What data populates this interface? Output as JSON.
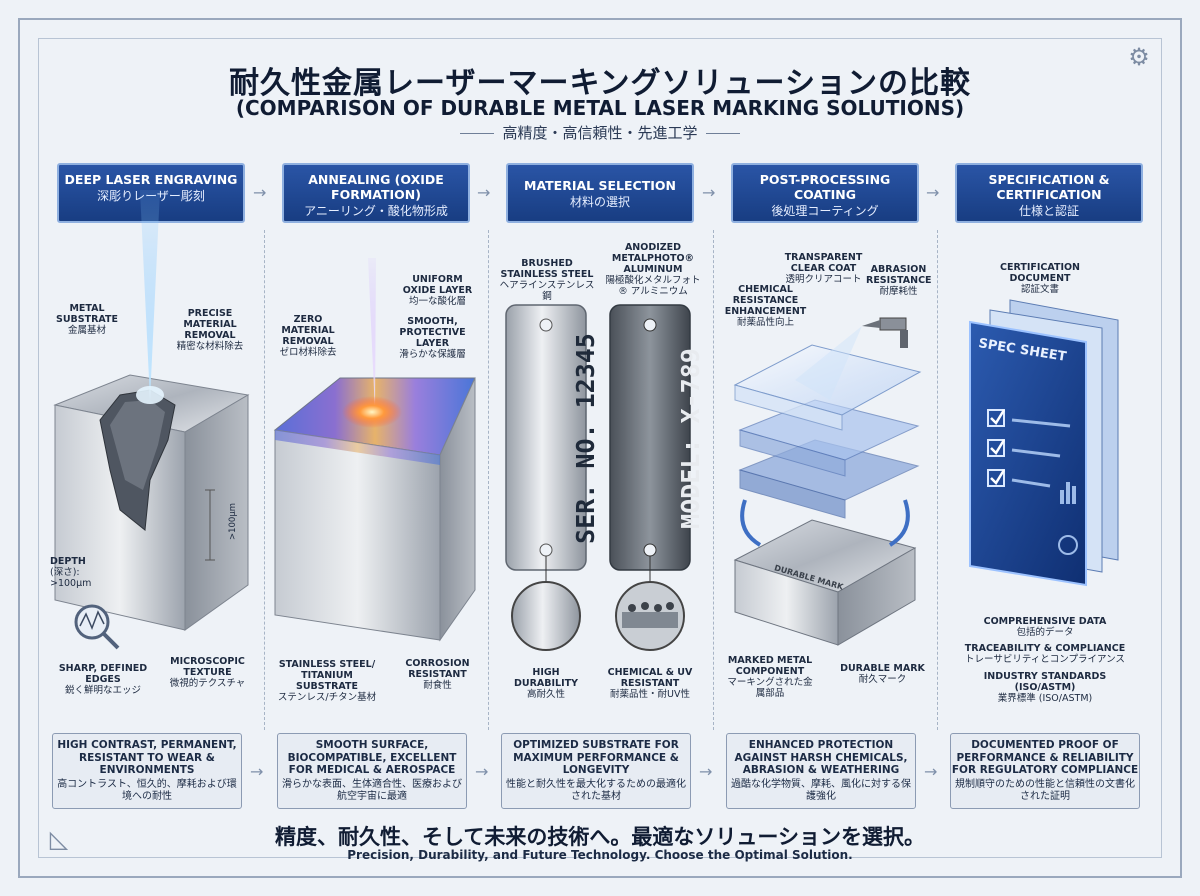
{
  "title_jp": "耐久性金属レーザーマーキングソリューションの比較",
  "title_en": "(COMPARISON OF DURABLE METAL LASER MARKING SOLUTIONS)",
  "subtitle": "高精度・高信頼性・先進工学",
  "columns": [
    {
      "title_en": "DEEP LASER ENGRAVING",
      "title_jp": "深彫りレーザー彫刻",
      "bottom_en": "HIGH CONTRAST, PERMANENT, RESISTANT TO WEAR & ENVIRONMENTS",
      "bottom_jp": "高コントラスト、恒久的、摩耗および環境への耐性"
    },
    {
      "title_en": "ANNEALING (OXIDE FORMATION)",
      "title_jp": "アニーリング・酸化物形成",
      "bottom_en": "SMOOTH SURFACE, BIOCOMPATIBLE, EXCELLENT FOR MEDICAL & AEROSPACE",
      "bottom_jp": "滑らかな表面、生体適合性、医療および航空宇宙に最適"
    },
    {
      "title_en": "MATERIAL SELECTION",
      "title_jp": "材料の選択",
      "bottom_en": "OPTIMIZED SUBSTRATE FOR MAXIMUM PERFORMANCE & LONGEVITY",
      "bottom_jp": "性能と耐久性を最大化するための最適化された基材"
    },
    {
      "title_en": "POST-PROCESSING COATING",
      "title_jp": "後処理コーティング",
      "bottom_en": "ENHANCED PROTECTION AGAINST HARSH CHEMICALS, ABRASION & WEATHERING",
      "bottom_jp": "過酷な化学物質、摩耗、風化に対する保護強化"
    },
    {
      "title_en": "SPECIFICATION & CERTIFICATION",
      "title_jp": "仕様と認証",
      "bottom_en": "DOCUMENTED PROOF OF PERFORMANCE & RELIABILITY FOR REGULATORY COMPLIANCE",
      "bottom_jp": "規制順守のための性能と信頼性の文書化された証明"
    }
  ],
  "labels": {
    "metal_substrate": {
      "en": "METAL SUBSTRATE",
      "jp": "金属基材"
    },
    "precise_removal": {
      "en": "PRECISE MATERIAL REMOVAL",
      "jp": "精密な材料除去"
    },
    "depth": {
      "en": "DEPTH",
      "jp": "(深さ): >100µm"
    },
    "depth_tick": ">100µm",
    "sharp_edges": {
      "en": "SHARP, DEFINED EDGES",
      "jp": "鋭く鮮明なエッジ"
    },
    "micro_texture": {
      "en": "MICROSCOPIC TEXTURE",
      "jp": "微視的テクスチャ"
    },
    "uniform_oxide": {
      "en": "UNIFORM OXIDE LAYER",
      "jp": "均一な酸化層"
    },
    "zero_removal": {
      "en": "ZERO MATERIAL REMOVAL",
      "jp": "ゼロ材料除去"
    },
    "smooth_layer": {
      "en": "SMOOTH, PROTECTIVE LAYER",
      "jp": "滑らかな保護層"
    },
    "stainless_titanium": {
      "en": "STAINLESS STEEL/ TITANIUM SUBSTRATE",
      "jp": "ステンレス/チタン基材"
    },
    "corrosion": {
      "en": "CORROSION RESISTANT",
      "jp": "耐食性"
    },
    "brushed_steel": {
      "en": "BRUSHED STAINLESS STEEL",
      "jp": "ヘアラインステンレス鋼"
    },
    "anodized": {
      "en": "ANODIZED METALPHOTO® ALUMINUM",
      "jp": "陽極酸化メタルフォト® アルミニウム"
    },
    "tag1_text": "SER. NO. 12345",
    "tag2_text": "MODEL: X-789",
    "high_durability": {
      "en": "HIGH DURABILITY",
      "jp": "高耐久性"
    },
    "chem_uv": {
      "en": "CHEMICAL & UV RESISTANT",
      "jp": "耐薬品性・耐UV性"
    },
    "transparent": {
      "en": "TRANSPARENT CLEAR COAT",
      "jp": "透明クリアコート"
    },
    "abrasion": {
      "en": "ABRASION RESISTANCE",
      "jp": "耐摩耗性"
    },
    "chem_enh": {
      "en": "CHEMICAL RESISTANCE ENHANCEMENT",
      "jp": "耐薬品性向上"
    },
    "marked_component": {
      "en": "MARKED METAL COMPONENT",
      "jp": "マーキングされた金属部品"
    },
    "durable_mark": {
      "en": "DURABLE MARK",
      "jp": "耐久マーク"
    },
    "durable_mark_plate": "DURABLE MARK",
    "cert_doc": {
      "en": "CERTIFICATION DOCUMENT",
      "jp": "認証文書"
    },
    "spec_sheet": "SPEC SHEET",
    "comprehensive": {
      "en": "COMPREHENSIVE DATA",
      "jp": "包括的データ"
    },
    "traceability": {
      "en": "TRACEABILITY & COMPLIANCE",
      "jp": "トレーサビリティとコンプライアンス"
    },
    "industry": {
      "en": "INDUSTRY STANDARDS (ISO/ASTM)",
      "jp": "業界標準 (ISO/ASTM)"
    }
  },
  "footer_jp": "精度、耐久性、そして未来の技術へ。最適なソリューションを選択。",
  "footer_en": "Precision, Durability, and Future Technology. Choose the Optimal Solution."
}
